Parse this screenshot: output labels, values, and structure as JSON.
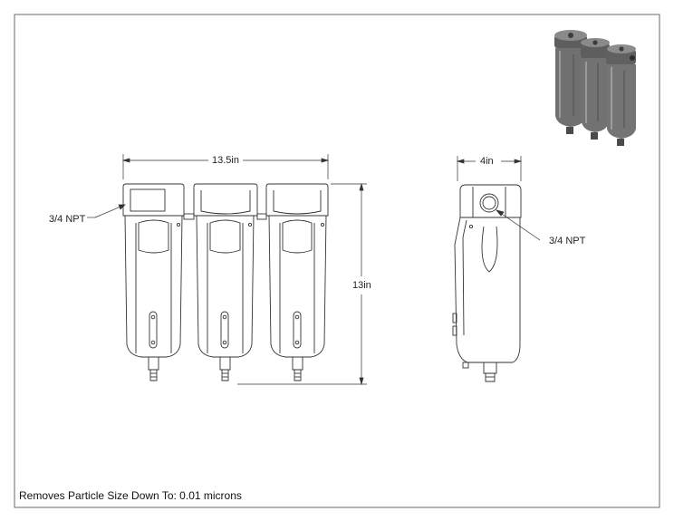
{
  "drawing": {
    "dimensions": {
      "overall_width": "13.5in",
      "overall_height": "13in",
      "side_width": "4in"
    },
    "callouts": {
      "front_port": "3/4 NPT",
      "side_port": "3/4 NPT"
    },
    "note": "Removes Particle Size Down To: 0.01 microns",
    "line_color": "#222222",
    "render_color": "#6e6e6e"
  }
}
